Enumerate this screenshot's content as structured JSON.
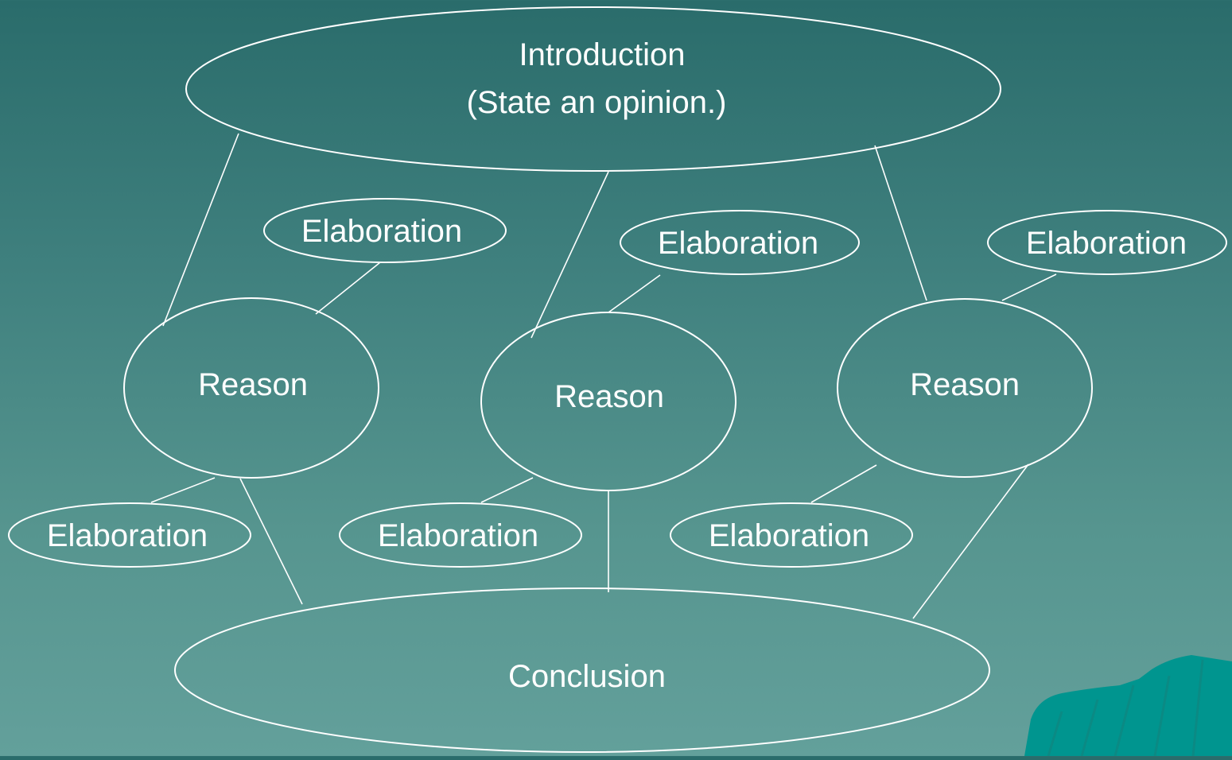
{
  "diagram": {
    "introduction": {
      "line1": "Introduction",
      "line2": "(State an opinion.)"
    },
    "conclusion": "Conclusion",
    "reasons": [
      "Reason",
      "Reason",
      "Reason"
    ],
    "elaborations": [
      "Elaboration",
      "Elaboration",
      "Elaboration",
      "Elaboration",
      "Elaboration",
      "Elaboration"
    ],
    "colors": {
      "background_top": "#2a6c6b",
      "background_bottom": "#63a09b",
      "lines_and_text": "#ffffff",
      "corner_decoration": "#00958f"
    }
  }
}
